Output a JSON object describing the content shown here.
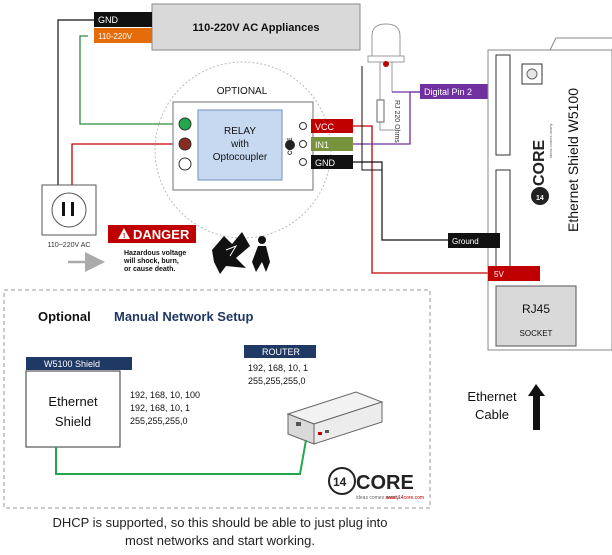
{
  "appliances": {
    "title": "110-220V AC Appliances",
    "gnd_label": "GND",
    "volt_label": "110-220V"
  },
  "relay": {
    "optional_label": "OPTIONAL",
    "name_line1": "RELAY",
    "name_line2": "with",
    "name_line3": "Optocoupler",
    "pins": [
      "VCC",
      "IN1",
      "GND"
    ]
  },
  "led": {
    "resistor_label": "RJ 220 Ohms",
    "pin_label": "Digital Pin 2"
  },
  "shield": {
    "title": "Ethernet Shield W5100",
    "ground_label": "Ground",
    "fivev_label": "5V",
    "rj45_line1": "RJ45",
    "rj45_line2": "SOCKET"
  },
  "outlet": {
    "label": "110~220V AC"
  },
  "danger": {
    "title": "DANGER",
    "text_line1": "Hazardous voltage",
    "text_line2": "will shock, burn,",
    "text_line3": "or cause death."
  },
  "network": {
    "optional_label": "Optional",
    "setup_title": "Manual Network Setup",
    "shield_header": "W5100 Shield",
    "shield_line1": "Ethernet",
    "shield_line2": "Shield",
    "shield_values": [
      "192, 168, 10, 100",
      "192, 168, 10, 1",
      "255,255,255,0"
    ],
    "router_header": "ROUTER",
    "router_values": [
      "192, 168, 10, 1",
      "255,255,255,0"
    ]
  },
  "cable": {
    "line1": "Ethernet",
    "line2": "Cable"
  },
  "brand": {
    "name": "CORE",
    "number": "14",
    "tagline1": "ideas comes nearly",
    "tagline2": "www.14core.com"
  },
  "caption": {
    "line1": "DHCP is supported, so this should be able to just plug into",
    "line2": "most networks and start working."
  },
  "colors": {
    "relay_blue": "#c6d9f1",
    "wire_red": "#c00000",
    "wire_green": "#2e8b3a",
    "wire_purple": "#7030a0",
    "label_black": "#111111",
    "label_orange": "#e46c0a",
    "pin_green": "#77933c",
    "network_title": "#1f3864",
    "header_navy": "#1f3864"
  }
}
